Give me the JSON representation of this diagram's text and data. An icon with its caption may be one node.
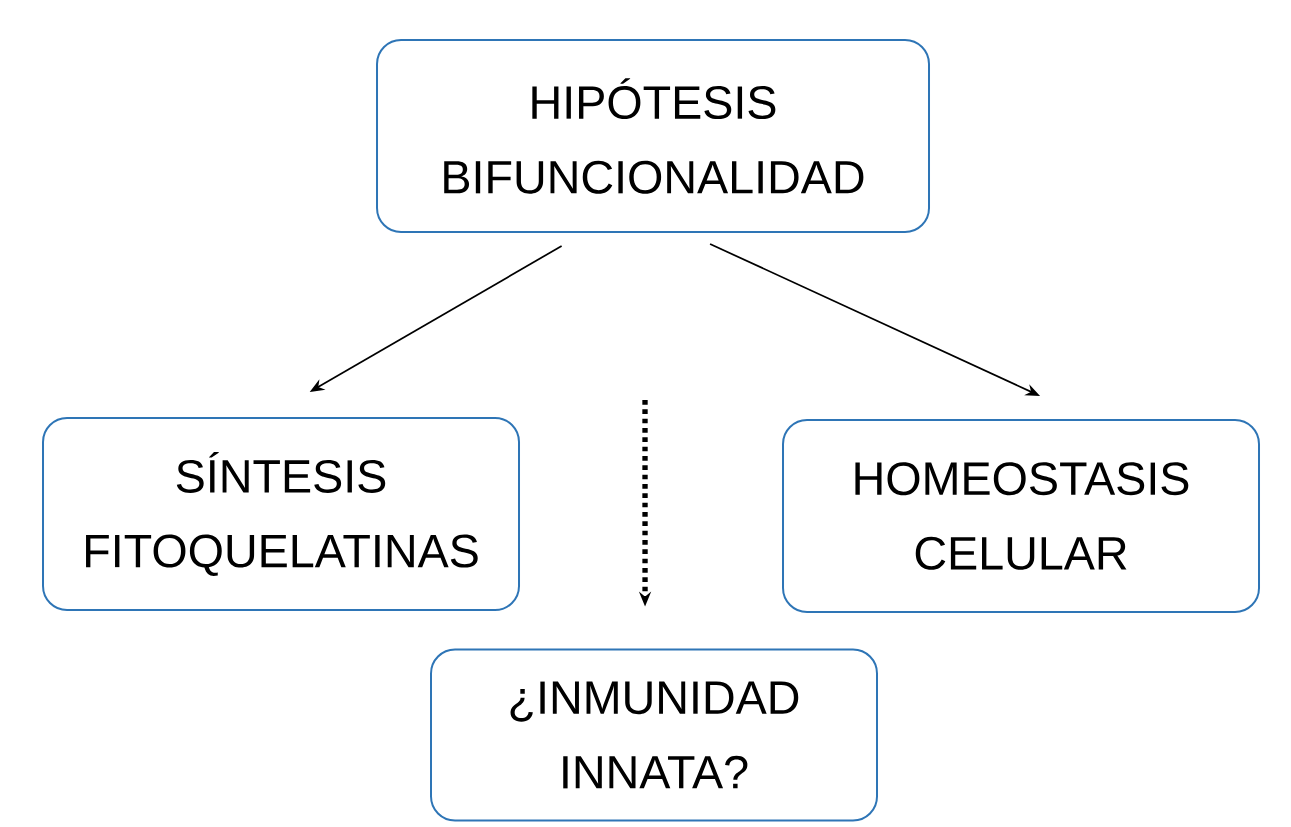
{
  "diagram": {
    "nodes": [
      {
        "text": [
          "HIPÓTESIS BIFUNCIONALIDAD"
        ]
      },
      {
        "text": [
          "SÍNTESIS FITOQUELATINAS"
        ]
      },
      {
        "text": [
          "HOMEOSTASIS CELULAR"
        ]
      },
      {
        "text": [
          "¿INMUNIDAD INNATA?"
        ]
      }
    ],
    "edges": [
      {
        "from": 0,
        "to": 1,
        "arrow": "to"
      },
      {
        "from": 0,
        "to": 2,
        "arrow": "to"
      },
      {
        "from": null,
        "to": 3,
        "arrow": "to",
        "style": "dashed"
      }
    ]
  }
}
